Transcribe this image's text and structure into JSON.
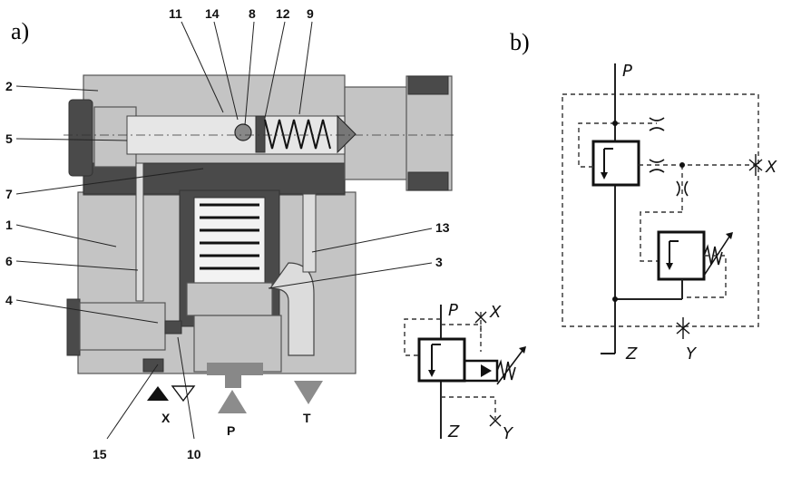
{
  "panels": {
    "a": "a)",
    "b": "b)"
  },
  "callouts": {
    "n1": "1",
    "n2": "2",
    "n3": "3",
    "n4": "4",
    "n5": "5",
    "n6": "6",
    "n7": "7",
    "n8": "8",
    "n9": "9",
    "n10": "10",
    "n11": "11",
    "n12": "12",
    "n13": "13",
    "n14": "14",
    "n15": "15"
  },
  "ports": {
    "x": "X",
    "p": "P",
    "t": "T"
  },
  "symbol_small": {
    "p": "P",
    "x": "X",
    "z": "Z",
    "y": "Y"
  },
  "symbol_large": {
    "p": "P",
    "x": "X",
    "z": "Z",
    "y": "Y"
  },
  "colors": {
    "body": "#c4c4c4",
    "dark": "#4a4a4a",
    "line": "#222222"
  }
}
